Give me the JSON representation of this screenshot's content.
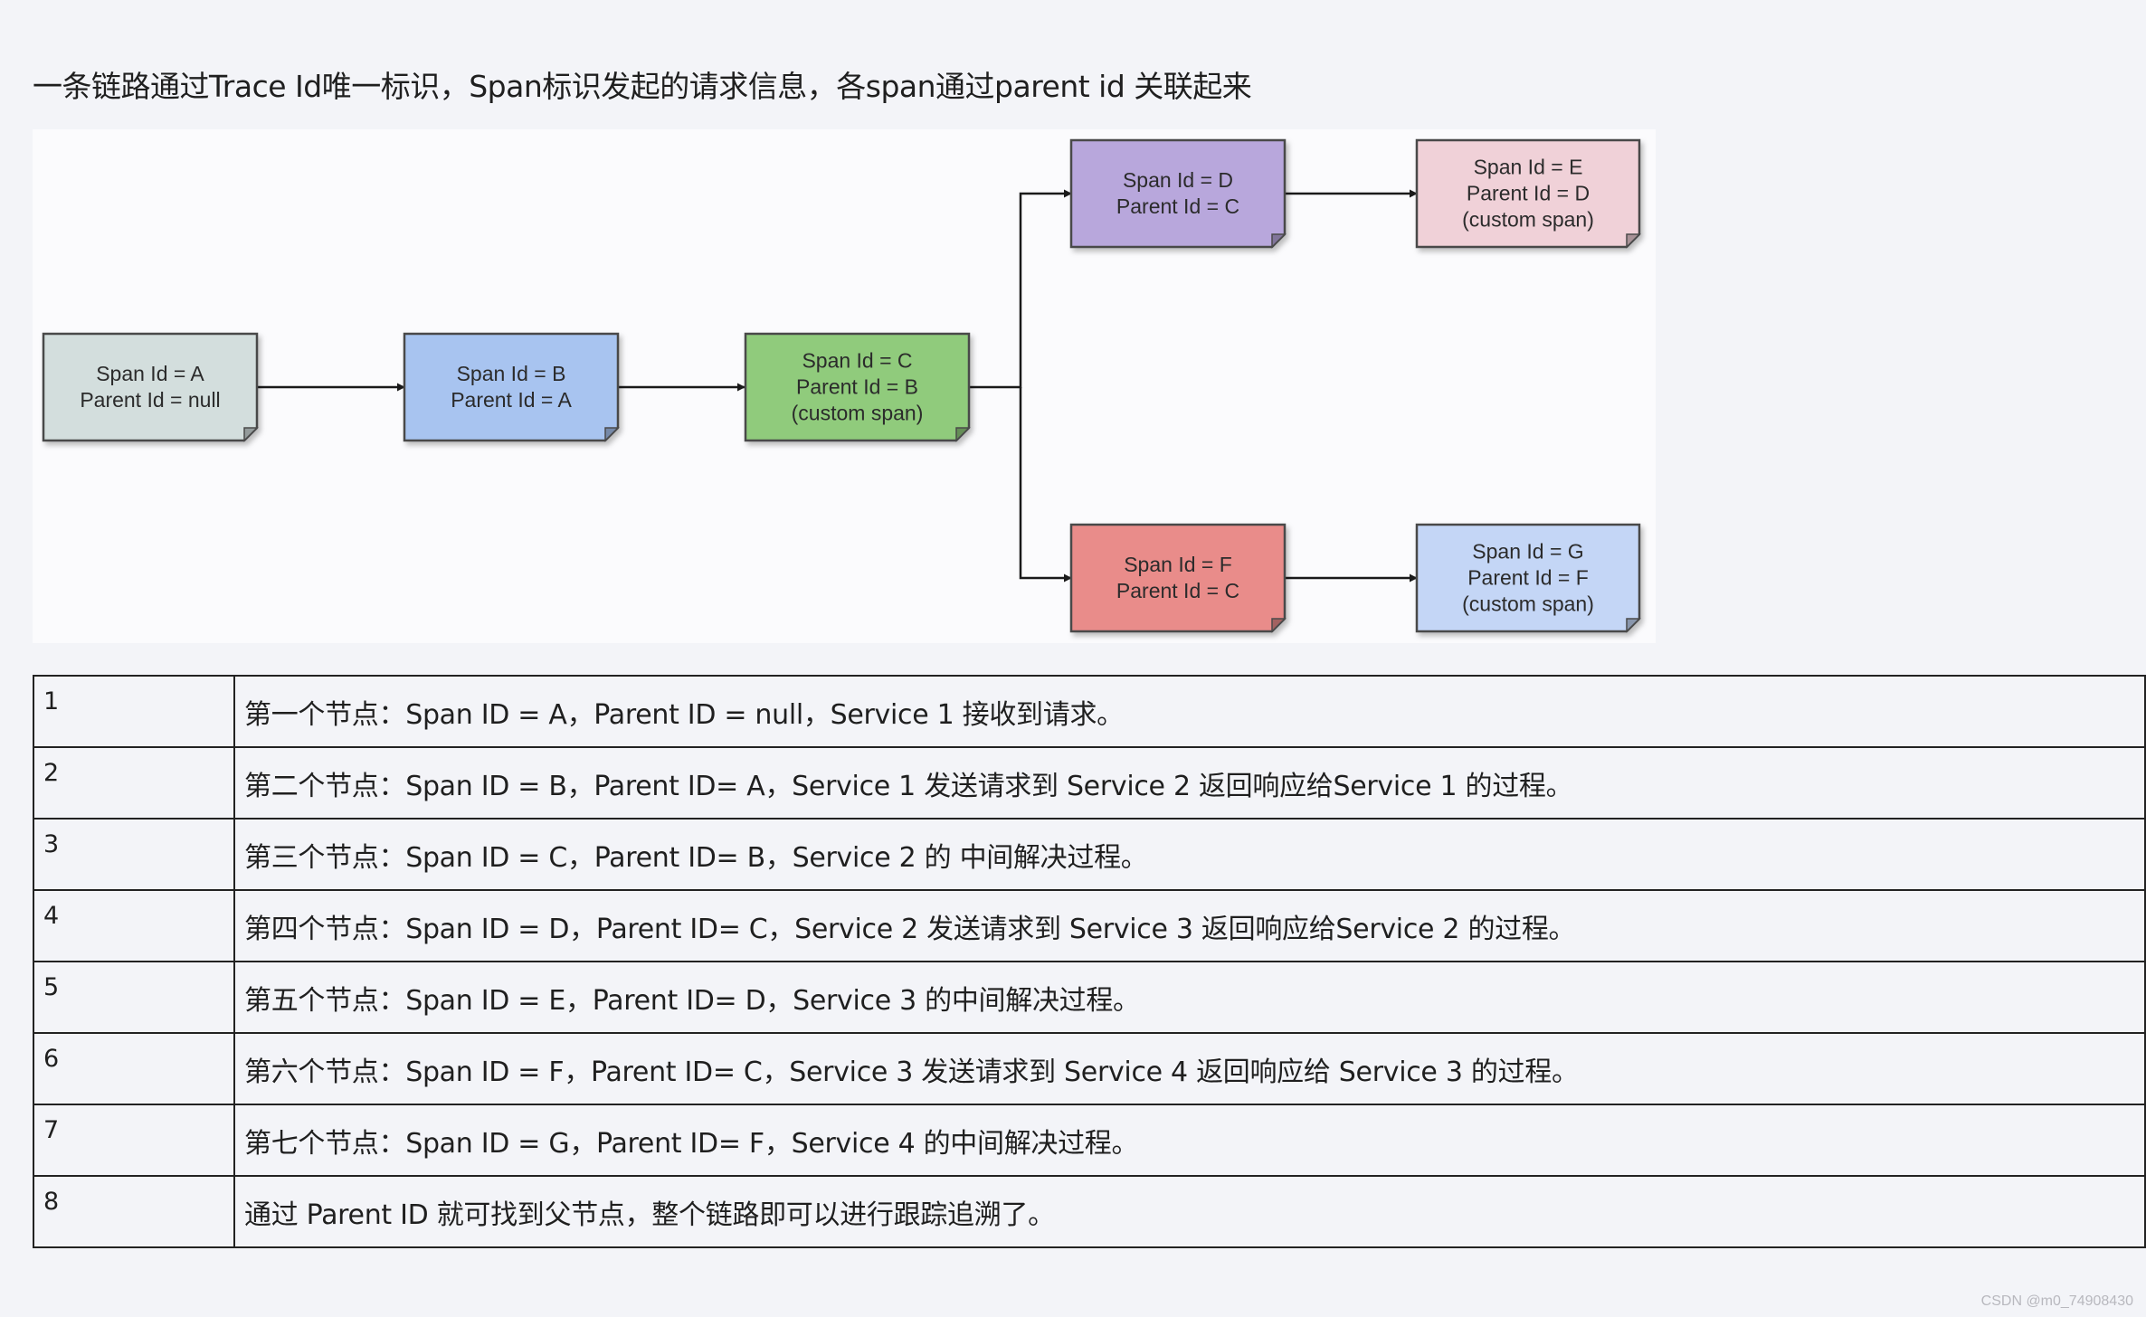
{
  "intro": "一条链路通过Trace Id唯一标识，Span标识发起的请求信息，各span通过parent id 关联起来",
  "diagram": {
    "nodes": [
      {
        "id": "A",
        "lines": [
          "Span Id = A",
          "Parent Id = null"
        ],
        "color": "#d3dedd"
      },
      {
        "id": "B",
        "lines": [
          "Span Id = B",
          "Parent Id = A"
        ],
        "color": "#a8c4f0"
      },
      {
        "id": "C",
        "lines": [
          "Span Id = C",
          "Parent Id = B",
          "(custom span)"
        ],
        "color": "#90cb7c"
      },
      {
        "id": "D",
        "lines": [
          "Span Id = D",
          "Parent Id = C"
        ],
        "color": "#b8a7dc"
      },
      {
        "id": "E",
        "lines": [
          "Span Id = E",
          "Parent Id = D",
          "(custom span)"
        ],
        "color": "#f0d1d8"
      },
      {
        "id": "F",
        "lines": [
          "Span Id = F",
          "Parent Id = C"
        ],
        "color": "#e98c8a"
      },
      {
        "id": "G",
        "lines": [
          "Span Id = G",
          "Parent Id = F",
          "(custom span)"
        ],
        "color": "#c4d6f6"
      }
    ]
  },
  "table": {
    "rows": [
      {
        "num": "1",
        "text": "第一个节点：Span ID = A，Parent ID = null，Service 1 接收到请求。"
      },
      {
        "num": "2",
        "text": "第二个节点：Span ID = B，Parent ID= A，Service 1 发送请求到 Service 2 返回响应给Service 1 的过程。"
      },
      {
        "num": "3",
        "text": "第三个节点：Span ID = C，Parent ID= B，Service 2 的 中间解决过程。"
      },
      {
        "num": "4",
        "text": "第四个节点：Span ID = D，Parent ID= C，Service 2 发送请求到 Service 3 返回响应给Service 2 的过程。"
      },
      {
        "num": "5",
        "text": "第五个节点：Span ID = E，Parent ID= D，Service 3 的中间解决过程。"
      },
      {
        "num": "6",
        "text": "第六个节点：Span ID = F，Parent ID= C，Service 3 发送请求到 Service 4 返回响应给 Service 3 的过程。"
      },
      {
        "num": "7",
        "text": "第七个节点：Span ID = G，Parent ID= F，Service 4 的中间解决过程。"
      },
      {
        "num": "8",
        "text": "通过 Parent ID 就可找到父节点，整个链路即可以进行跟踪追溯了。"
      }
    ]
  },
  "watermark": "CSDN @m0_74908430"
}
